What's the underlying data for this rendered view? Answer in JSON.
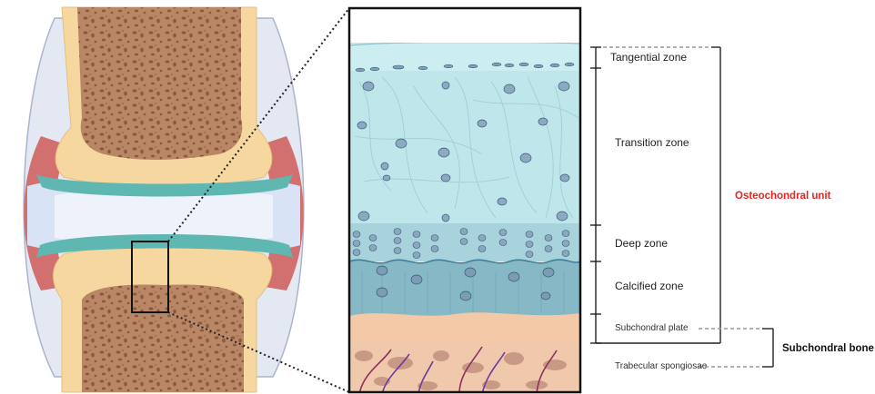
{
  "zones": {
    "tangential": "Tangential zone",
    "transition": "Transition zone",
    "deep": "Deep zone",
    "calcified": "Calcified zone"
  },
  "bone_layers": {
    "subchondral_plate": "Subchondral plate",
    "trabecular": "Trabecular spongiosae"
  },
  "groups": {
    "osteochondral": {
      "label": "Osteochondral unit",
      "color": "#e8231f"
    },
    "subchondral": {
      "label": "Subchondral bone",
      "color": "#111111"
    }
  }
}
